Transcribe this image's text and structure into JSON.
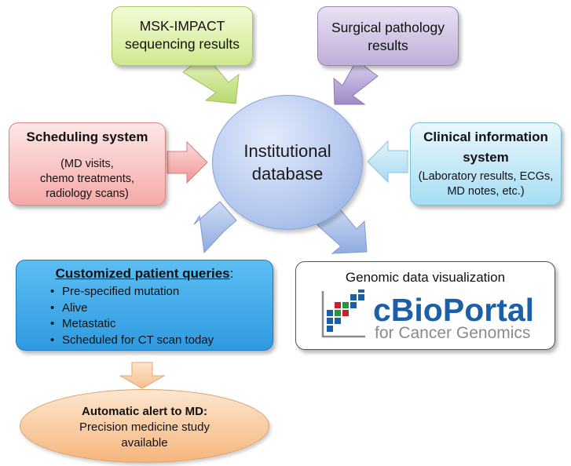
{
  "sources": {
    "msk_impact": [
      "MSK-IMPACT",
      "sequencing results"
    ],
    "surgical_pathology": [
      "Surgical pathology",
      "results"
    ],
    "scheduling": {
      "title": "Scheduling system",
      "details": [
        "(MD visits,",
        "chemo treatments,",
        "radiology scans)"
      ]
    },
    "clinical_info": {
      "title": [
        "Clinical information",
        "system"
      ],
      "details": [
        "(Laboratory results, ECGs,",
        "MD notes, etc.)"
      ]
    }
  },
  "hub": {
    "label": [
      "Institutional",
      "database"
    ]
  },
  "queries": {
    "title": "Customized patient queries",
    "title_suffix": ":",
    "items": [
      "Pre-specified mutation",
      "Alive",
      "Metastatic",
      "Scheduled for CT scan today"
    ]
  },
  "visualization": {
    "title": "Genomic data visualization",
    "logo_name": "cBioPortal",
    "logo_tagline": "for Cancer Genomics"
  },
  "alert": {
    "title": "Automatic alert to MD",
    "title_suffix": ":",
    "lines": [
      "Precision medicine study",
      "available"
    ]
  },
  "colors": {
    "green_arrow": "#c7e28a",
    "purple_arrow": "#b4a5d2",
    "red_arrow": "#f5a5a5",
    "cyan_arrow": "#b9e2f3",
    "blue_arrow": "#a7bfe8",
    "orange_arrow": "#fbd1aa",
    "logo_blue": "#1a5fa8",
    "logo_red": "#c8202f",
    "logo_green": "#27983f",
    "logo_gray": "#8a8a8a"
  }
}
